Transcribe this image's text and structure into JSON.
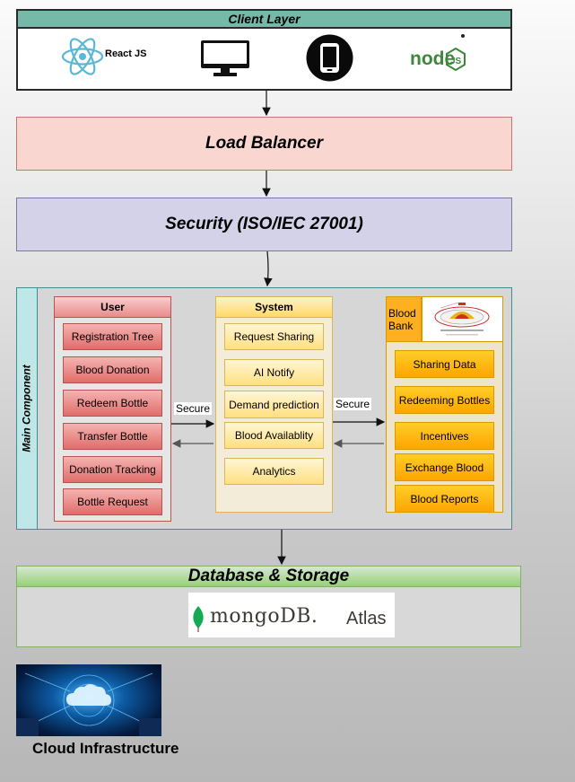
{
  "client": {
    "title": "Client Layer",
    "react_label": "React JS",
    "icons": [
      "react-logo",
      "desktop-monitor",
      "mobile-phone",
      "nodejs-logo"
    ]
  },
  "load_balancer": {
    "title": "Load Balancer"
  },
  "security": {
    "title": "Security (ISO/IEC 27001)"
  },
  "main": {
    "side_label": "Main Component",
    "user": {
      "title": "User",
      "items": [
        "Registration Tree",
        "Blood Donation",
        "Redeem Bottle",
        "Transfer Bottle",
        "Donation Tracking",
        "Bottle Request"
      ]
    },
    "system": {
      "title": "System",
      "items": [
        "Request Sharing",
        "AI Notify",
        "Demand prediction",
        "Blood Availablity",
        "Analytics"
      ]
    },
    "blood_bank": {
      "title": "Blood Bank",
      "items": [
        "Sharing Data",
        "Redeeming Bottles",
        "Incentives",
        "Exchange Blood",
        "Blood Reports"
      ]
    },
    "secure_left": "Secure",
    "secure_right": "Secure"
  },
  "database": {
    "title": "Database & Storage",
    "mongo_text": "mongoDB.",
    "atlas_text": "Atlas"
  },
  "cloud": {
    "title": "Cloud Infrastructure"
  },
  "colors": {
    "client_head": "#76b9a9",
    "load_balancer": "#f9d6d0",
    "security": "#d4d2e8",
    "user": "#e06d6b",
    "system": "#ffd966",
    "blood_bank": "#ffa500",
    "database": "#97d077",
    "mongo_green": "#13aa52"
  }
}
